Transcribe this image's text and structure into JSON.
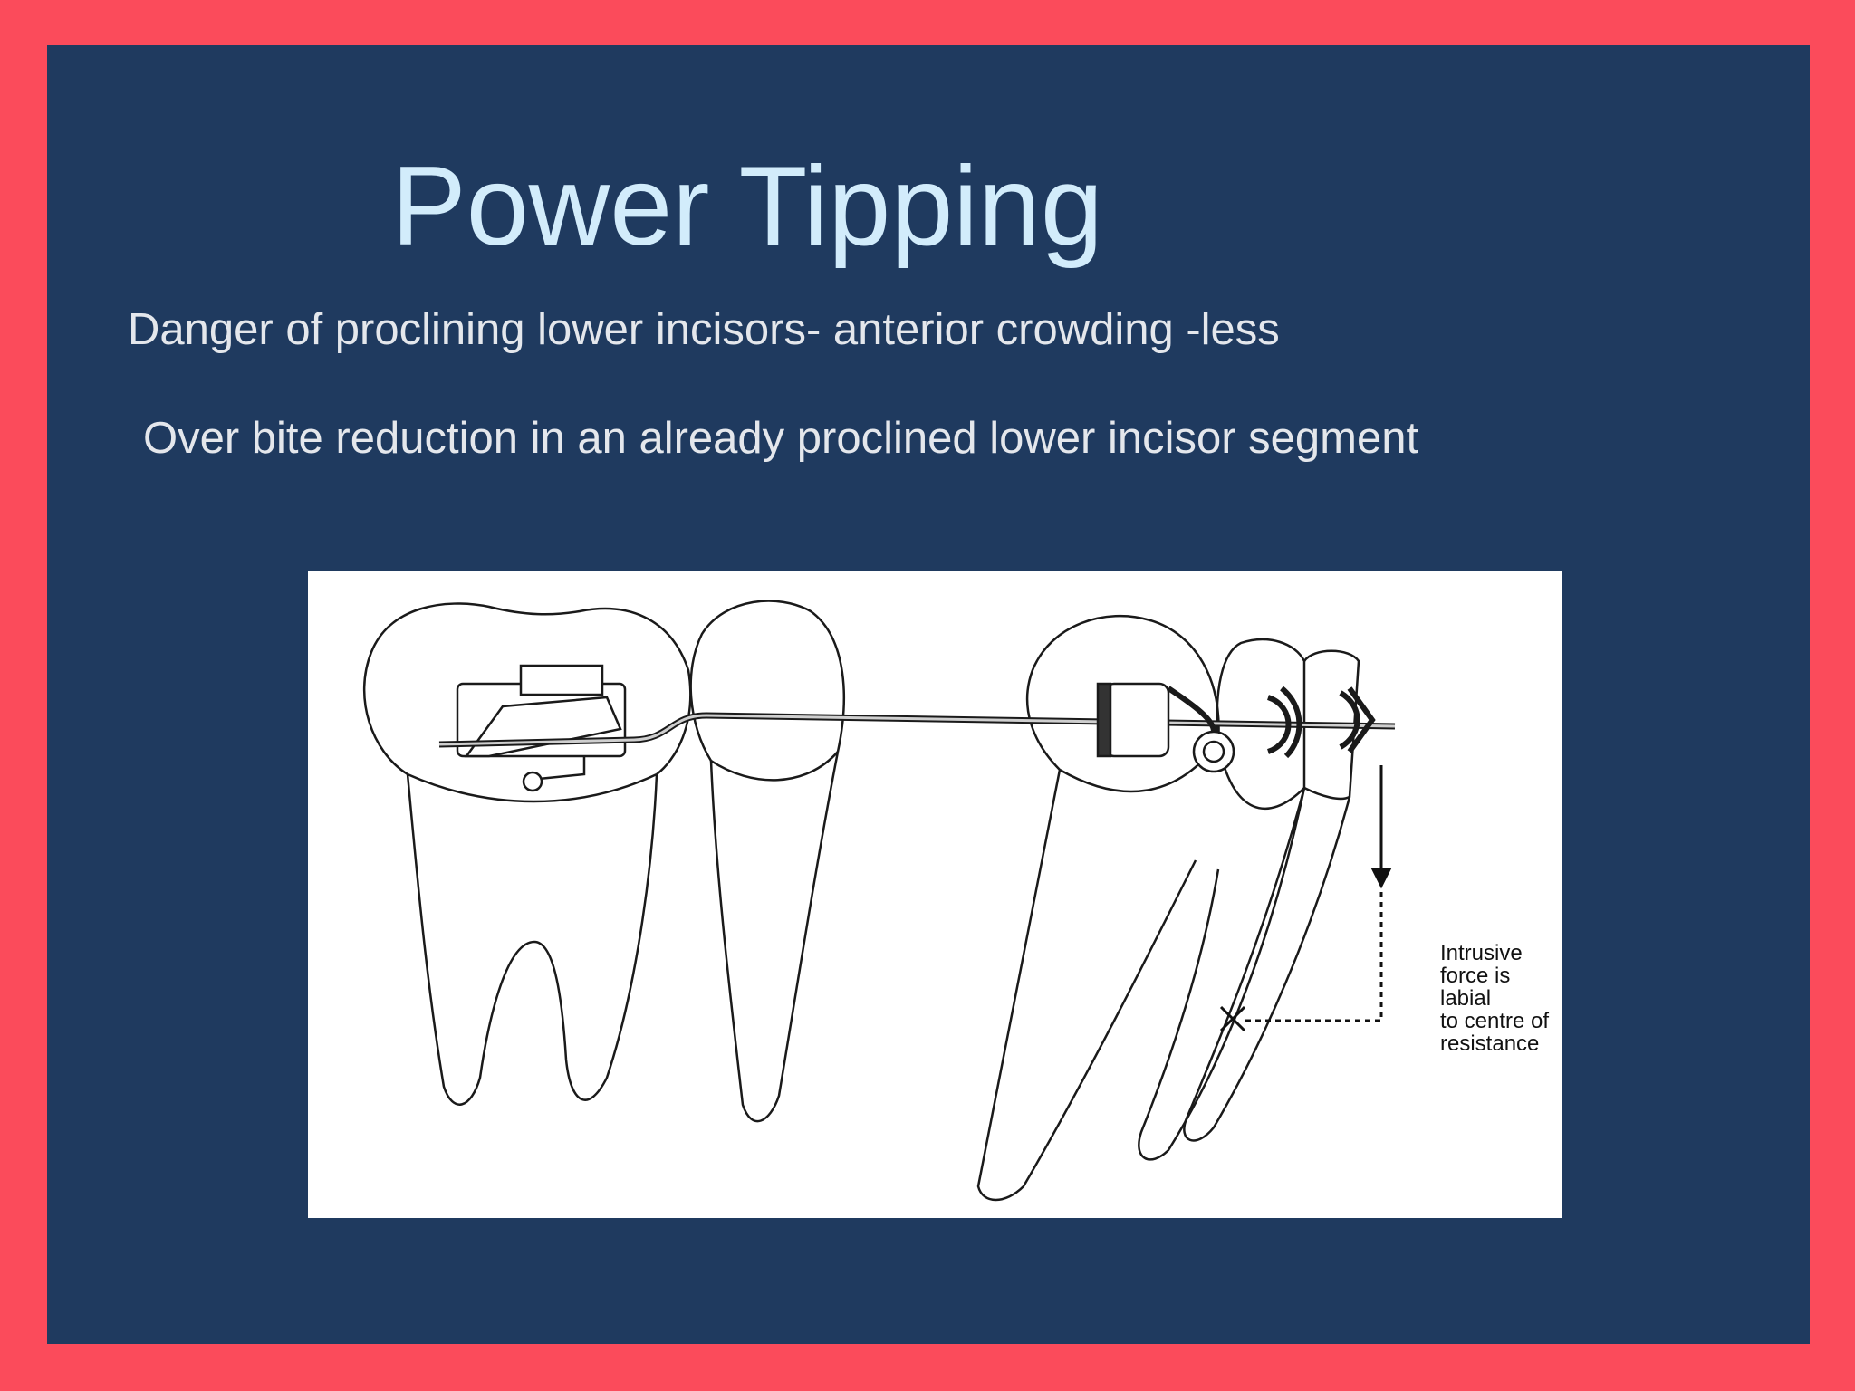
{
  "slide": {
    "title": "Power Tipping",
    "line1": "Danger of proclining lower incisors- anterior crowding -less",
    "line2": "Over bite reduction in an already proclined lower incisor segment",
    "figure": {
      "annotation": "Intrusive\nforce is labial\nto centre of\nresistance"
    }
  },
  "colors": {
    "border": "#fb4b5b",
    "background": "#1f3a5f",
    "title": "#d2ecfb",
    "text": "#e4e7ec"
  }
}
